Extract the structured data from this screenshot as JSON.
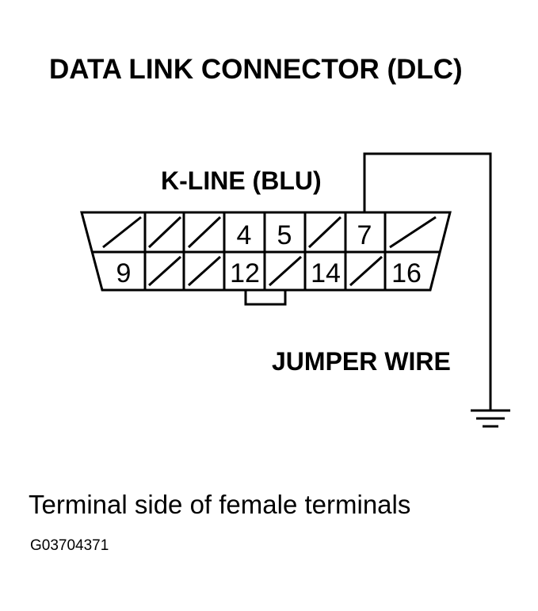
{
  "title": "DATA LINK CONNECTOR (DLC)",
  "k_line_label": "K-LINE (BLU)",
  "jumper_wire_label": "JUMPER WIRE",
  "caption": "Terminal side of female terminals",
  "figure_id": "G03704371",
  "connector": {
    "top_row": [
      "",
      "",
      "",
      "4",
      "5",
      "",
      "7",
      ""
    ],
    "bottom_row": [
      "9",
      "",
      "",
      "12",
      "",
      "14",
      "",
      "16"
    ]
  }
}
